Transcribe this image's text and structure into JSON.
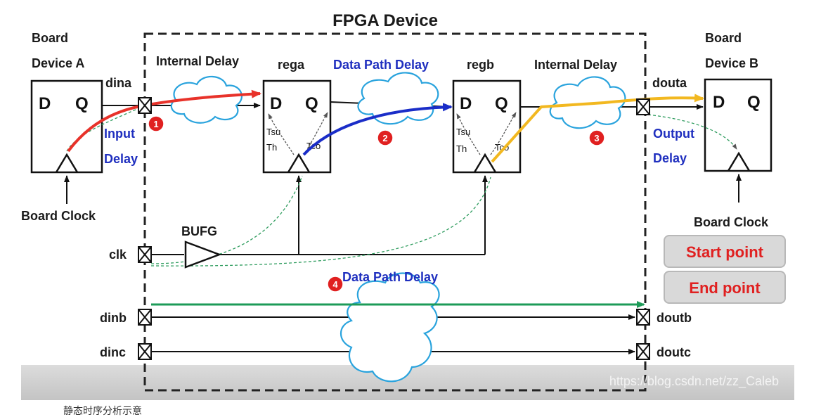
{
  "title": "FPGA Device",
  "board_a": {
    "line1": "Board",
    "line2": "Device A",
    "d": "D",
    "q": "Q"
  },
  "board_b": {
    "line1": "Board",
    "line2": "Device B",
    "d": "D",
    "q": "Q"
  },
  "board_clock_left": "Board Clock",
  "board_clock_right": "Board Clock",
  "ports": {
    "dina": "dina",
    "douta": "douta",
    "clk": "clk",
    "dinb": "dinb",
    "doutb": "doutb",
    "dinc": "dinc",
    "doutc": "doutc"
  },
  "internal_delay_left": "Internal Delay",
  "internal_delay_right": "Internal Delay",
  "data_path_delay_top": "Data Path Delay",
  "data_path_delay_bottom": "Data Path Delay",
  "rega": {
    "name": "rega",
    "d": "D",
    "q": "Q",
    "tsu": "Tsu",
    "th": "Th",
    "tco": "Tco"
  },
  "regb": {
    "name": "regb",
    "d": "D",
    "q": "Q",
    "tsu": "Tsu",
    "th": "Th",
    "tco": "Tco"
  },
  "input_delay": {
    "line1": "Input",
    "line2": "Delay"
  },
  "output_delay": {
    "line1": "Output",
    "line2": "Delay"
  },
  "bufg": "BUFG",
  "badges": [
    "1",
    "2",
    "3",
    "4"
  ],
  "legend": {
    "start": "Start point",
    "end": "End point"
  },
  "watermark": "https://blog.csdn.net/zz_Caleb",
  "caption": "静态时序分析示意",
  "colors": {
    "path1": "#e8322a",
    "path2": "#1a2dc8",
    "path3": "#f2b820",
    "path4": "#1d9b58",
    "cloud": "#29a3dd",
    "badge": "#e02020"
  }
}
